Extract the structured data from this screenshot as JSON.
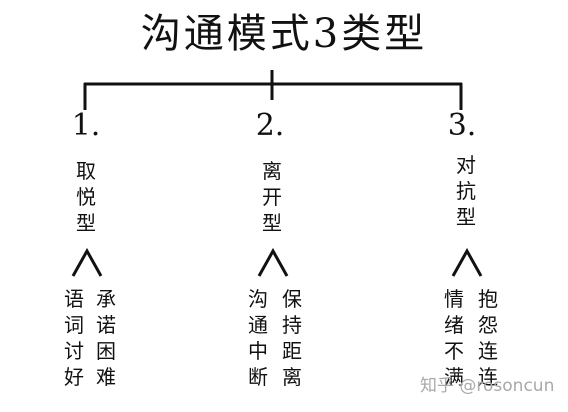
{
  "title": "沟通模式3类型",
  "branches": [
    {
      "number": "1.",
      "type_chars": [
        "取",
        "悦",
        "型"
      ],
      "examples": [
        {
          "chars": [
            "语",
            "词",
            "讨",
            "好"
          ]
        },
        {
          "chars": [
            "承",
            "诺",
            "困",
            "难"
          ]
        }
      ]
    },
    {
      "number": "2.",
      "type_chars": [
        "离",
        "开",
        "型"
      ],
      "examples": [
        {
          "chars": [
            "沟",
            "通",
            "中",
            "断"
          ]
        },
        {
          "chars": [
            "保",
            "持",
            "距",
            "离"
          ]
        }
      ]
    },
    {
      "number": "3.",
      "type_chars": [
        "对",
        "抗",
        "型"
      ],
      "examples": [
        {
          "chars": [
            "情",
            "绪",
            "不",
            "满"
          ]
        },
        {
          "chars": [
            "抱",
            "怨",
            "连",
            "连"
          ]
        }
      ]
    }
  ],
  "watermark": "知乎 @rosoncun",
  "colors": {
    "line": "#111111",
    "text": "#111111",
    "watermark": "#a9a9a9"
  }
}
